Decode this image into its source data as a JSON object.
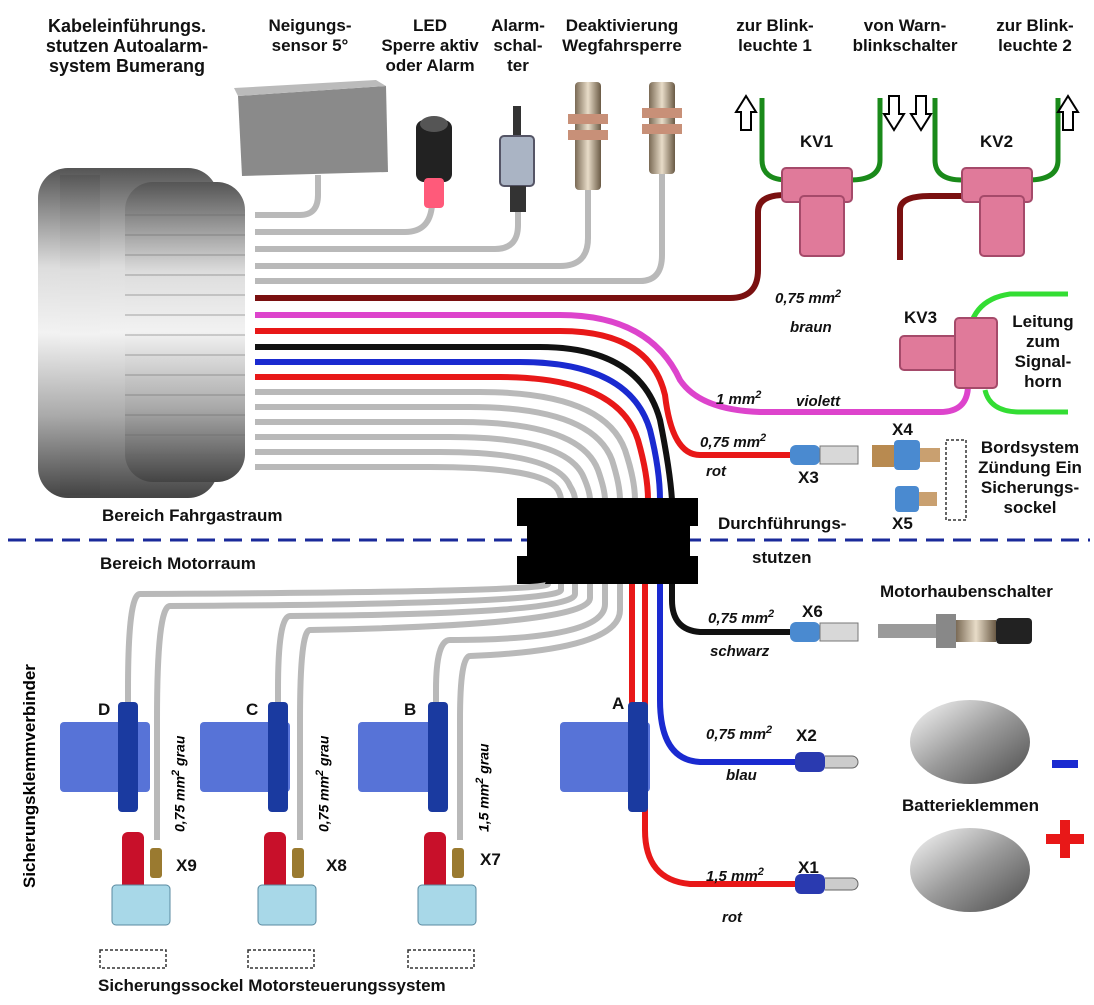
{
  "labels": {
    "kabel": [
      "Kabeleinführungs.",
      "stutzen Autoalarm-",
      "system Bumerang"
    ],
    "neigung": [
      "Neigungs-",
      "sensor 5°"
    ],
    "led": [
      "LED",
      "Sperre  aktiv",
      "oder Alarm"
    ],
    "alarm": [
      "Alarm-",
      "schal-",
      "ter"
    ],
    "deakt": [
      "Deaktivierung",
      "Wegfahrsperre"
    ],
    "blink1": [
      "zur Blink-",
      "leuchte 1"
    ],
    "warn": [
      "von Warn-",
      "blinkschalter"
    ],
    "blink2": [
      "zur Blink-",
      "leuchte 2"
    ],
    "kv1": "KV1",
    "kv2": "KV2",
    "kv3": "KV3",
    "signalhorn": [
      "Leitung",
      "zum",
      "Signal-",
      "horn"
    ],
    "bordsystem": [
      "Bordsystem",
      "Zündung Ein",
      "Sicherungs-",
      "sockel"
    ],
    "x1": "X1",
    "x2": "X2",
    "x3": "X3",
    "x4": "X4",
    "x5": "X5",
    "x6": "X6",
    "x7": "X7",
    "x8": "X8",
    "x9": "X9",
    "a": "A",
    "b": "B",
    "c": "C",
    "d": "D",
    "fahrgast": "Bereich Fahrgastraum",
    "motorraum": "Bereich Motorraum",
    "durch": [
      "Durchführungs-",
      "stutzen"
    ],
    "motorhaube": "Motorhaubenschalter",
    "batterie": "Batterieklemmen",
    "klemm": "Sicherungsklemmverbinder",
    "sockel": "Sicherungssockel Motorsteuerungssystem",
    "minus": "−",
    "plus": "+"
  },
  "wires": {
    "braun_size": "0,75 mm",
    "braun_exp": "2",
    "braun": "braun",
    "violett_size": "1 mm",
    "violett_exp": "2",
    "violett": "violett",
    "rot1_size": "0,75 mm",
    "rot1_exp": "2",
    "rot1": "rot",
    "schwarz_size": "0,75 mm",
    "schwarz_exp": "2",
    "schwarz": "schwarz",
    "blau_size": "0,75 mm",
    "blau_exp": "2",
    "blau": "blau",
    "rot2_size": "1,5 mm",
    "rot2_exp": "2",
    "rot2": "rot",
    "grau_d": "0,75 mm",
    "grau_d_exp": "2",
    "grau_d_word": "grau",
    "grau_c": "0,75 mm",
    "grau_c_exp": "2",
    "grau_c_word": "grau",
    "grau_b": "1,5 mm",
    "grau_b_exp": "2",
    "grau_b_word": "grau"
  },
  "colors": {
    "grey_wire": "#b9b9b9",
    "brown": "#7a1010",
    "violet": "#dd44cc",
    "red": "#e81818",
    "black": "#111111",
    "blue": "#1a2ad0",
    "green": "#1a8a1a",
    "lightgreen": "#33dd33",
    "pink": "#e07a9a",
    "dash": "#1a2a9a"
  }
}
